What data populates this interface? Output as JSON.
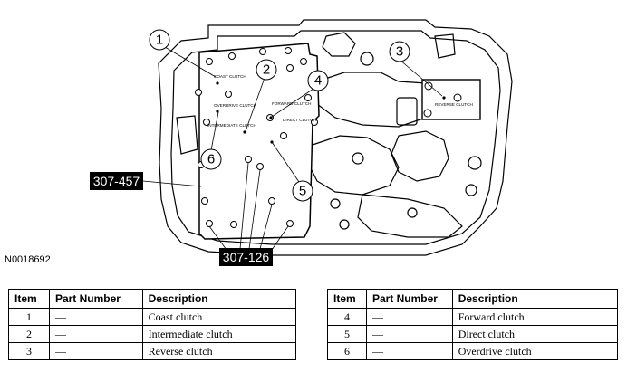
{
  "figure": {
    "code": "N0018692",
    "callouts": [
      "1",
      "2",
      "3",
      "4",
      "5",
      "6"
    ],
    "tools": [
      "307-457",
      "307-126"
    ],
    "plate_labels": [
      "COAST CLUTCH",
      "INTERMEDIATE CLUTCH",
      "OVERDRIVE CLUTCH",
      "FORWARD CLUTCH",
      "DIRECT CLUTCH",
      "REVERSE CLUTCH"
    ]
  },
  "tables": [
    {
      "headers": [
        "Item",
        "Part Number",
        "Description"
      ],
      "rows": [
        {
          "item": "1",
          "part_number": "—",
          "description": "Coast clutch"
        },
        {
          "item": "2",
          "part_number": "—",
          "description": "Intermediate clutch"
        },
        {
          "item": "3",
          "part_number": "—",
          "description": "Reverse clutch"
        }
      ]
    },
    {
      "headers": [
        "Item",
        "Part Number",
        "Description"
      ],
      "rows": [
        {
          "item": "4",
          "part_number": "—",
          "description": "Forward clutch"
        },
        {
          "item": "5",
          "part_number": "—",
          "description": "Direct clutch"
        },
        {
          "item": "6",
          "part_number": "—",
          "description": "Overdrive clutch"
        }
      ]
    }
  ]
}
